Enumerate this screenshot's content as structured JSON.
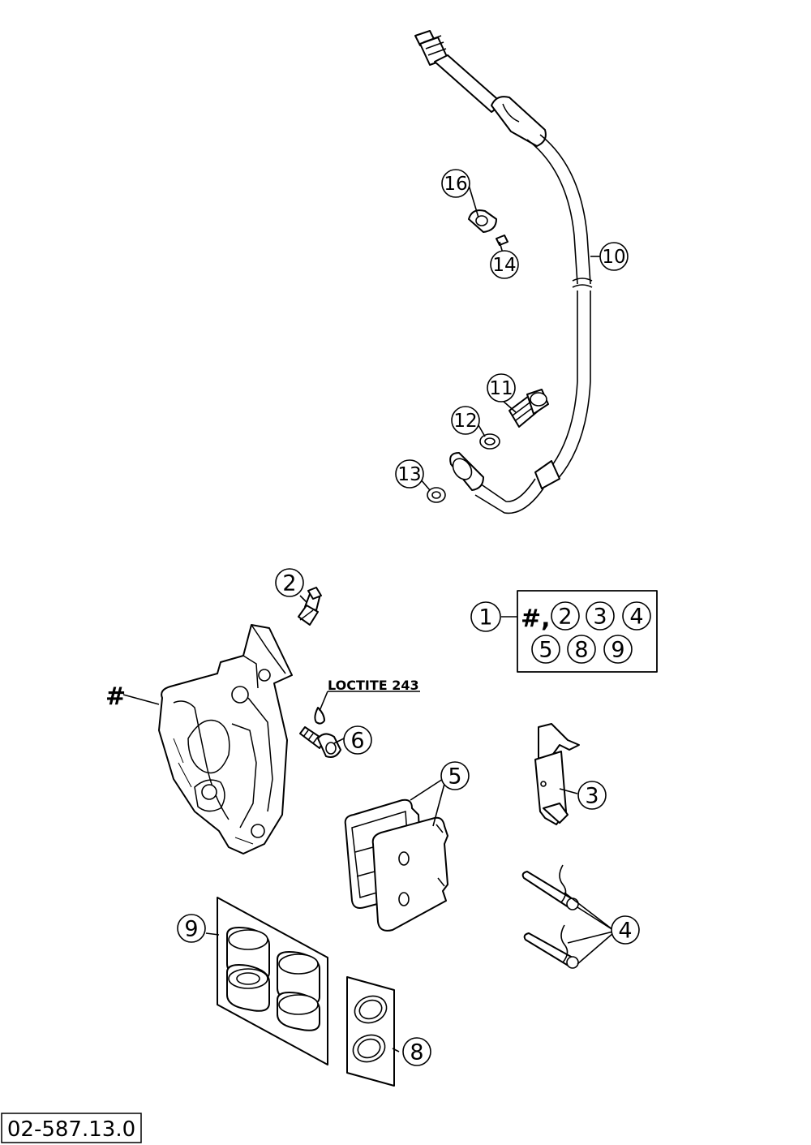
{
  "drawing_number": "02-587.13.0",
  "loctite_label": "LOCTITE 243",
  "hash_label": "#",
  "kit_box": {
    "main_number": "1",
    "prefix": "#,",
    "contents_row1": [
      "2",
      "3",
      "4"
    ],
    "contents_row2": [
      "5",
      "8",
      "9"
    ]
  },
  "callouts": {
    "c2": "2",
    "c3": "3",
    "c4": "4",
    "c5": "5",
    "c6": "6",
    "c8": "8",
    "c9": "9",
    "c10": "10",
    "c11": "11",
    "c12": "12",
    "c13": "13",
    "c14": "14",
    "c16": "16"
  }
}
